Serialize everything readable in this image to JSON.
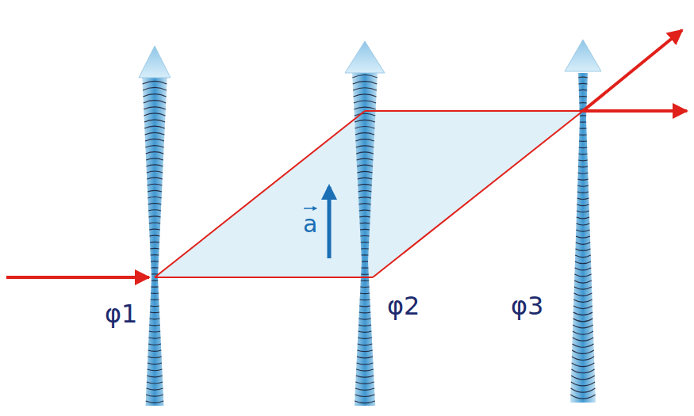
{
  "diagram": {
    "labels": [
      "φ1",
      "φ2",
      "φ3",
      "a"
    ]
  }
}
